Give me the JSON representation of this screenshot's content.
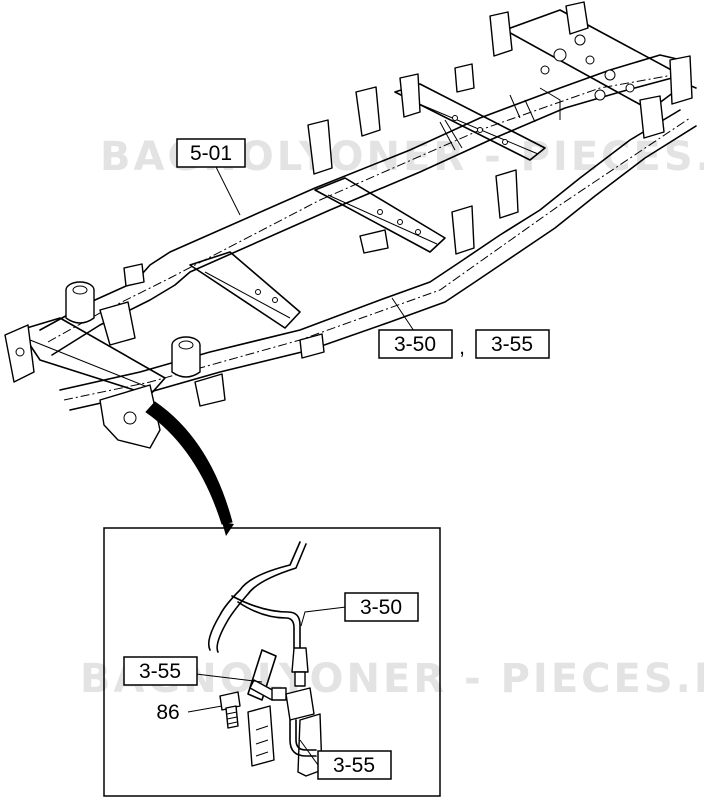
{
  "watermark": {
    "text": "BAGNOLYONER - PIECES.FR"
  },
  "callouts": {
    "frame_assembly": "5-01",
    "brake_pipe_a": "3-50",
    "separator": ",",
    "brake_pipe_b": "3-55",
    "detail_pipe_upper": "3-50",
    "detail_hose": "3-55",
    "detail_bolt": "86",
    "detail_pipe_lower": "3-55"
  },
  "colors": {
    "line": "#000000",
    "background": "#ffffff",
    "watermark": "#e3e3e3"
  }
}
